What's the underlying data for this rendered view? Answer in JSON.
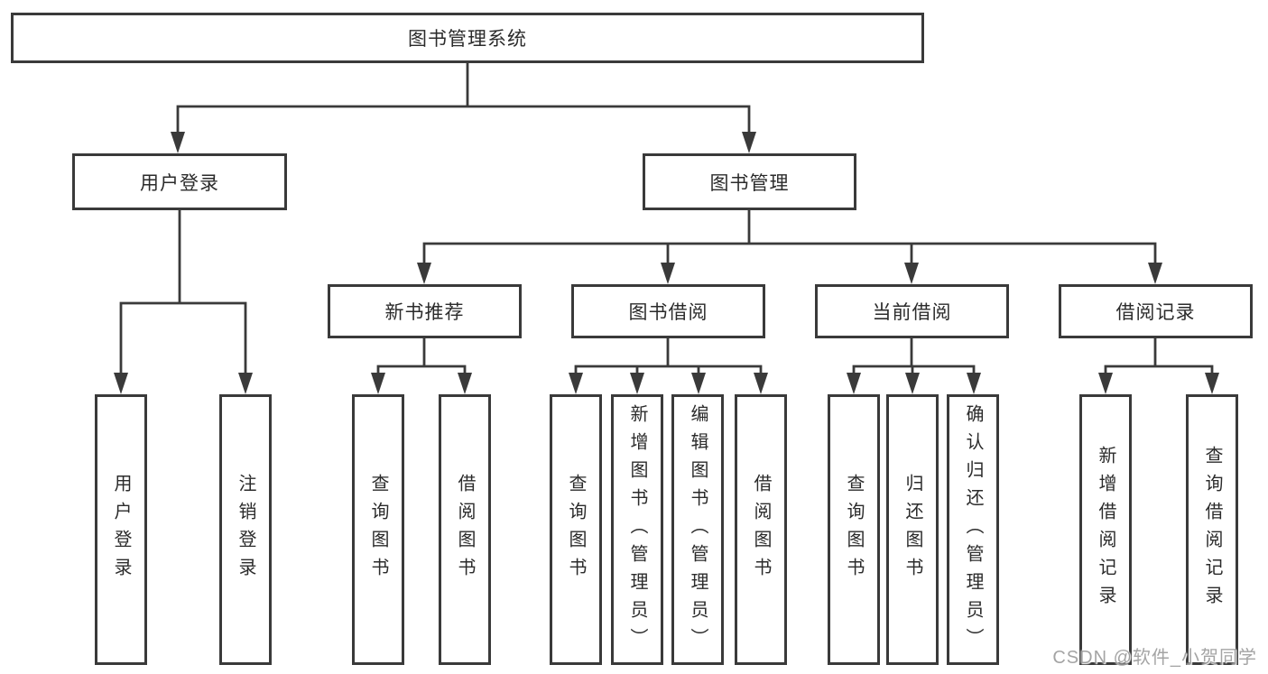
{
  "diagram": {
    "root": {
      "label": "图书管理系统"
    },
    "groups": [
      {
        "label": "用户登录",
        "children": [
          {
            "label": "用户登录"
          },
          {
            "label": "注销登录"
          }
        ]
      },
      {
        "label": "图书管理",
        "subgroups": [
          {
            "label": "新书推荐",
            "children": [
              {
                "label": "查询图书"
              },
              {
                "label": "借阅图书"
              }
            ]
          },
          {
            "label": "图书借阅",
            "children": [
              {
                "label": "查询图书"
              },
              {
                "label": "新增图书（管理员）"
              },
              {
                "label": "编辑图书（管理员）"
              },
              {
                "label": "借阅图书"
              }
            ]
          },
          {
            "label": "当前借阅",
            "children": [
              {
                "label": "查询图书"
              },
              {
                "label": "归还图书"
              },
              {
                "label": "确认归还（管理员）"
              }
            ]
          },
          {
            "label": "借阅记录",
            "children": [
              {
                "label": "新增借阅记录"
              },
              {
                "label": "查询借阅记录"
              }
            ]
          }
        ]
      }
    ]
  },
  "watermark": {
    "text": "CSDN @软件_小贺同学"
  },
  "colors": {
    "line": "#3a3a3a",
    "box_border": "#3a3a3a",
    "text": "#2b2b2b",
    "background": "#ffffff",
    "watermark": "#949494"
  }
}
